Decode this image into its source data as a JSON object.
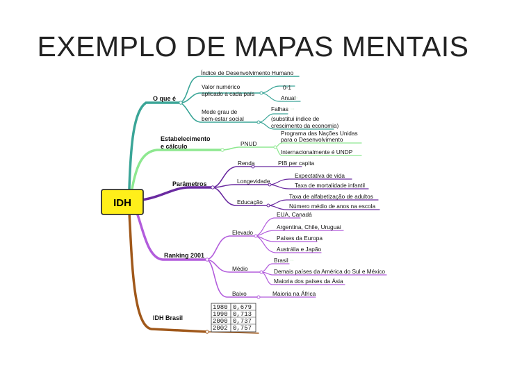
{
  "title": "EXEMPLO DE MAPAS MENTAIS",
  "colors": {
    "teal": "#3aa597",
    "light_green": "#8ee890",
    "purple": "#6a2aa0",
    "violet": "#b25cdc",
    "brown": "#a0581a",
    "root_fill": "#ffef1a",
    "arrow": "#2fb52f"
  },
  "root": "IDH",
  "branches": {
    "o_que_e": {
      "label": "O que é",
      "items": [
        "Índice de Desenvolvimento Humano",
        "Valor numérico",
        "aplicado a cada país",
        "0-1",
        "Anual",
        "Mede grau de",
        "bem-estar social",
        "Falhas",
        "(substitui índice de",
        "crescimento da economia)"
      ]
    },
    "estabelecimento": {
      "label_line1": "Estabelecimento",
      "label_line2": "e cálculo",
      "items": [
        "PNUD",
        "Programa das Nações Unidas",
        "para o Desenvolvimento",
        "Internacionalmente é UNDP"
      ]
    },
    "parametros": {
      "label": "Parâmetros",
      "items": [
        "Renda",
        "PIB per capita",
        "Longevidade",
        "Expectativa de vida",
        "Taxa de mortalidade infantil",
        "Educação",
        "Taxa de alfabetização de adultos",
        "Número médio de anos na escola"
      ]
    },
    "ranking": {
      "label": "Ranking 2001",
      "items": [
        "Elevado",
        "EUA, Canadá",
        "Argentina, Chile, Uruguai",
        "Países da Europa",
        "Austrália e Japão",
        "Médio",
        "Brasil",
        "Demais países da América do Sul e México",
        "Maioria dos países da Ásia",
        "Baixo",
        "Maioria na África"
      ]
    },
    "idh_brasil": {
      "label": "IDH Brasil",
      "table": [
        [
          "1980",
          "0,679"
        ],
        [
          "1990",
          "0,713"
        ],
        [
          "2000",
          "0,737"
        ],
        [
          "2002",
          "0,757"
        ]
      ]
    }
  }
}
